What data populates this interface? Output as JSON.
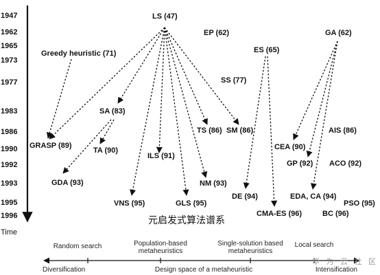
{
  "time_axis": {
    "label": "Time",
    "years": [
      "1947",
      "1962",
      "1965",
      "1973",
      "1977",
      "1983",
      "1986",
      "1990",
      "1992",
      "1993",
      "1995",
      "1996"
    ]
  },
  "nodes": {
    "ls": "LS (47)",
    "ep": "EP (62)",
    "ga": "GA (62)",
    "es": "ES (65)",
    "greedy": "Greedy heuristic (71)",
    "ss": "SS (77)",
    "sa": "SA (83)",
    "ts": "TS (86)",
    "sm": "SM (86)",
    "ais": "AIS (86)",
    "grasp": "GRASP (89)",
    "ta": "TA (90)",
    "cea": "CEA (90)",
    "ils": "ILS (91)",
    "gp": "GP (92)",
    "aco": "ACO (92)",
    "gda": "GDA (93)",
    "nm": "NM (93)",
    "de": "DE (94)",
    "eda": "EDA, CA (94)",
    "vns": "VNS (95)",
    "gls": "GLS (95)",
    "pso": "PSO (95)",
    "cmaes": "CMA-ES (96)",
    "bc": "BC (96)"
  },
  "caption": "元启发式算法谱系",
  "categories": {
    "random": [
      "Random search"
    ],
    "population": [
      "Population-based",
      "metaheuristics"
    ],
    "single": [
      "Single-solution based",
      "metaheuristics"
    ],
    "local": [
      "Local search"
    ]
  },
  "bottom_axis": {
    "left": "Diversification",
    "center": "Design space of a metaheuristic",
    "right": "Intensification"
  },
  "watermark": "华 为 云 社 区"
}
